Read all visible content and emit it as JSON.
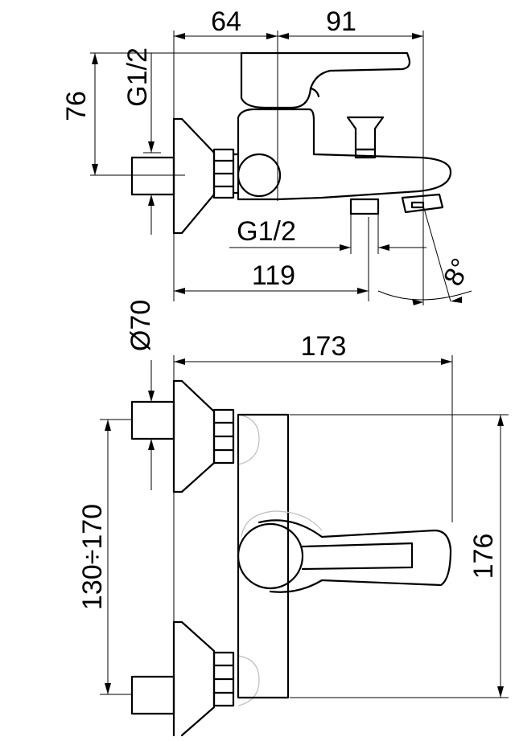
{
  "side_view": {
    "dim_64": "64",
    "dim_91": "91",
    "dim_76": "76",
    "thread_left": "G1/2",
    "thread_bottom": "G1/2",
    "dim_119": "119",
    "angle_8": "8°"
  },
  "front_view": {
    "diameter_70": "Ø70",
    "dim_173": "173",
    "dim_130_170": "130÷170",
    "dim_176": "176"
  }
}
